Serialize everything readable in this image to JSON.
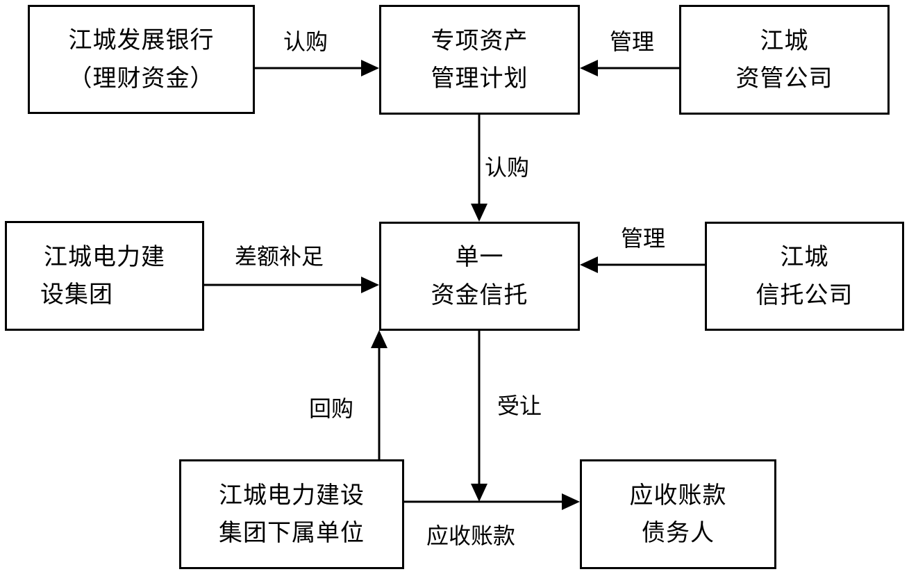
{
  "nodes": {
    "bank": {
      "line1": "江城发展银行",
      "line2": "（理财资金）"
    },
    "plan": {
      "line1": "专项资产",
      "line2": "管理计划"
    },
    "asset_mgmt": {
      "line1": "江城",
      "line2": "资管公司"
    },
    "power_group": {
      "line1": "江城电力建",
      "line2": "设集团"
    },
    "trust": {
      "line1": "单一",
      "line2": "资金信托"
    },
    "trust_company": {
      "line1": "江城",
      "line2": "信托公司"
    },
    "subsidiaries": {
      "line1": "江城电力建设",
      "line2": "集团下属单位"
    },
    "debtor": {
      "line1": "应收账款",
      "line2": "债务人"
    }
  },
  "edges": {
    "bank_to_plan": "认购",
    "asset_mgmt_to_plan": "管理",
    "plan_to_trust": "认购",
    "power_group_to_trust": "差额补足",
    "trust_company_to_trust": "管理",
    "subsidiaries_to_trust": "回购",
    "trust_to_receivables": "受让",
    "subsidiaries_to_debtor": "应收账款"
  }
}
